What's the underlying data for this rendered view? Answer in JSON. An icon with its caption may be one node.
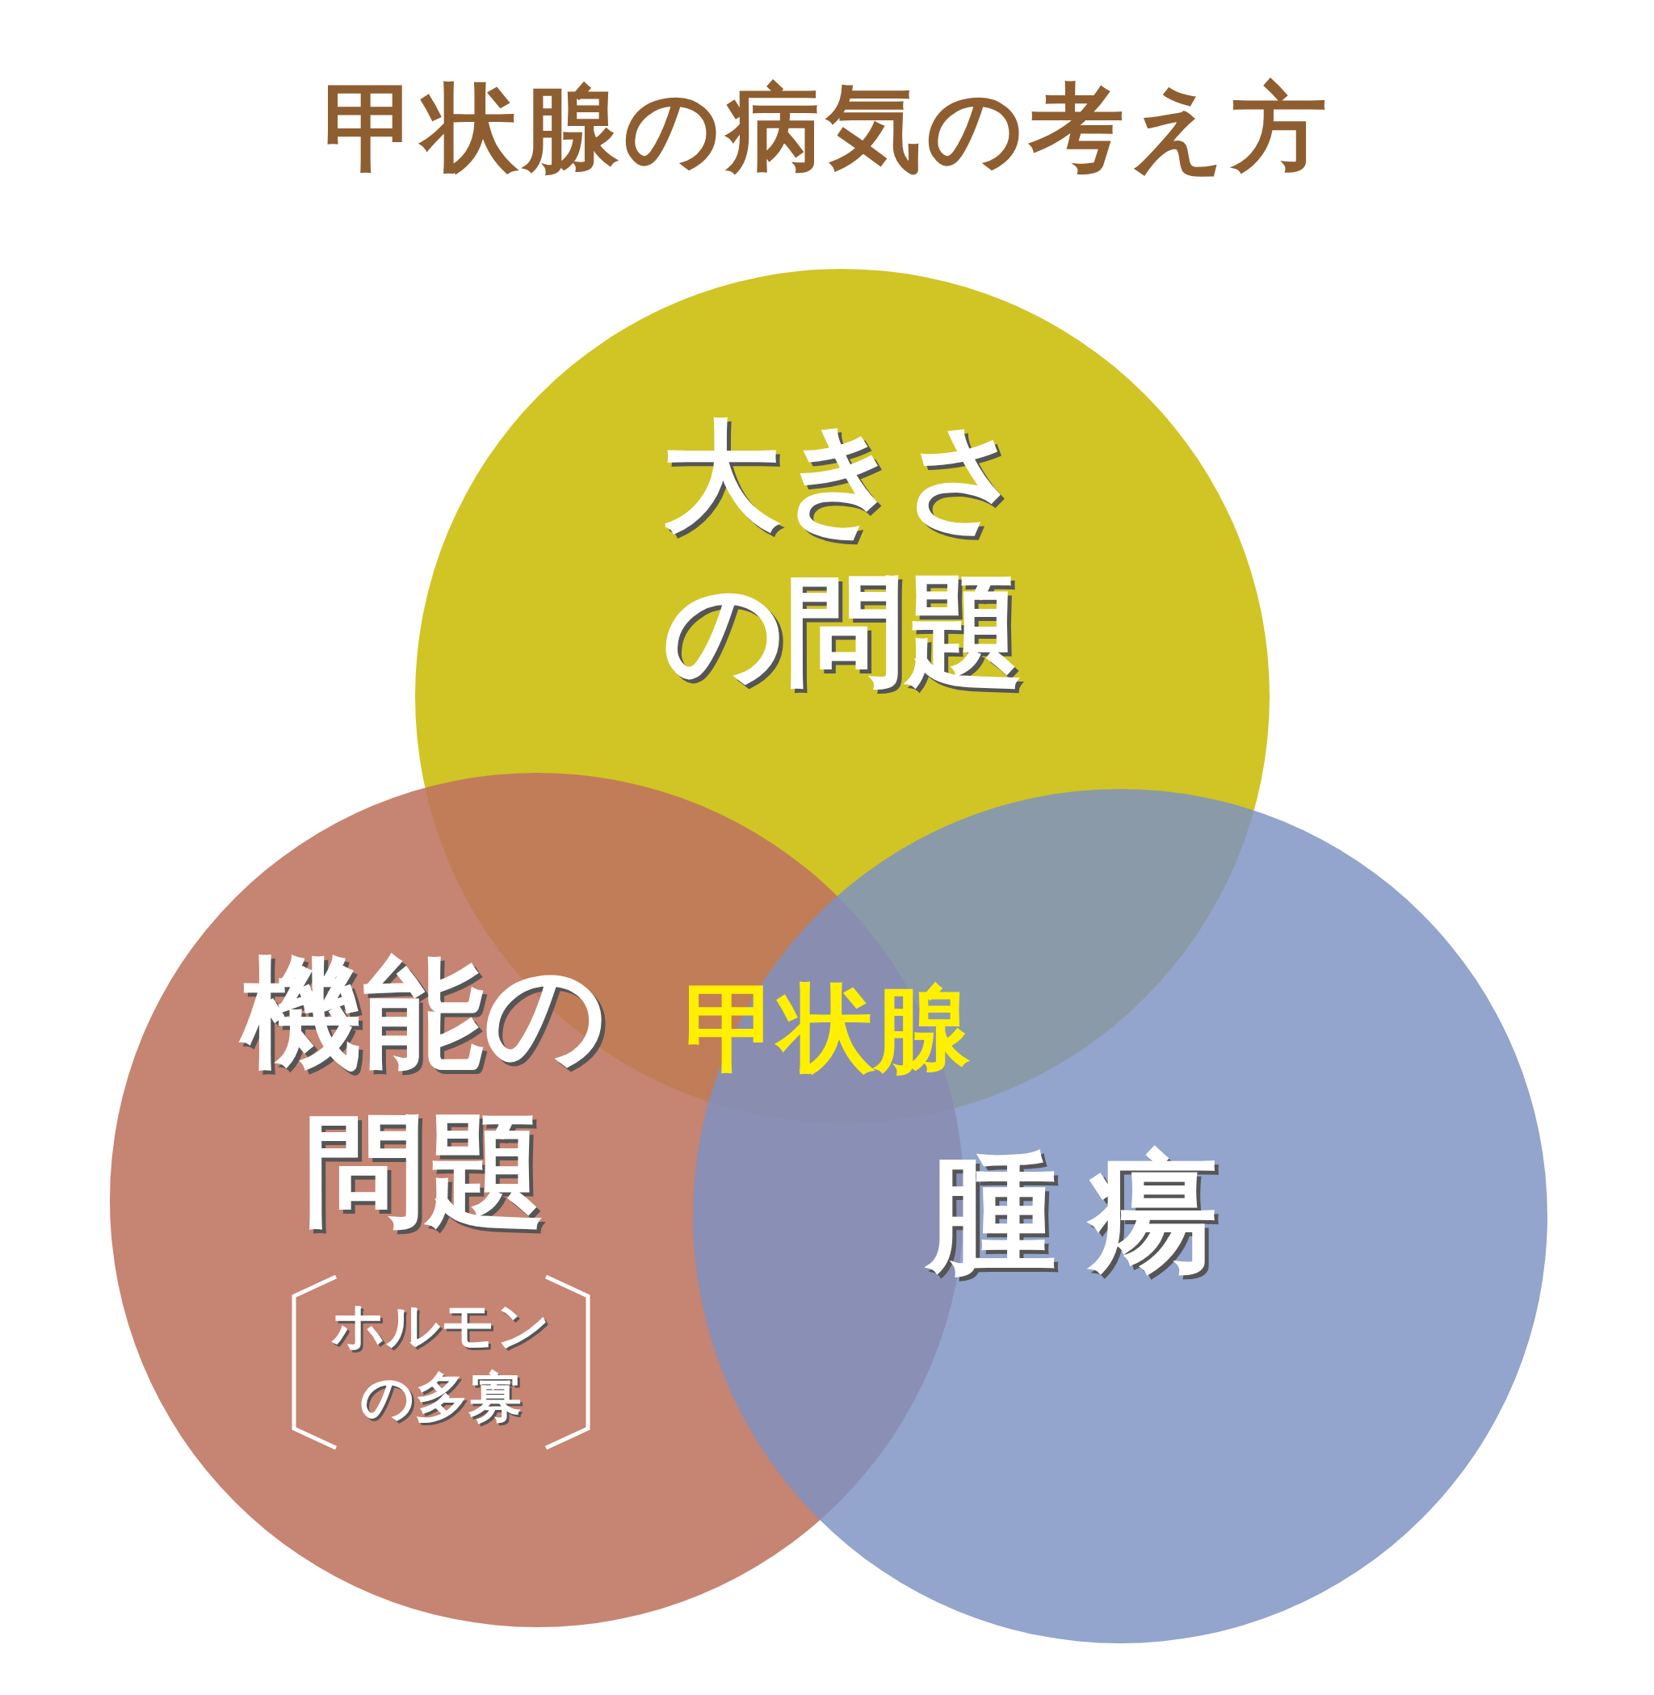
{
  "diagram": {
    "title": "甲状腺の病気の考え方",
    "nodes": [
      {
        "text": [
          "大きさの問題"
        ]
      },
      {
        "text": [
          "機能の問題",
          "ホルモンの多寡"
        ]
      },
      {
        "text": [
          "腫瘍"
        ]
      }
    ],
    "labels": [
      "甲状腺"
    ]
  }
}
